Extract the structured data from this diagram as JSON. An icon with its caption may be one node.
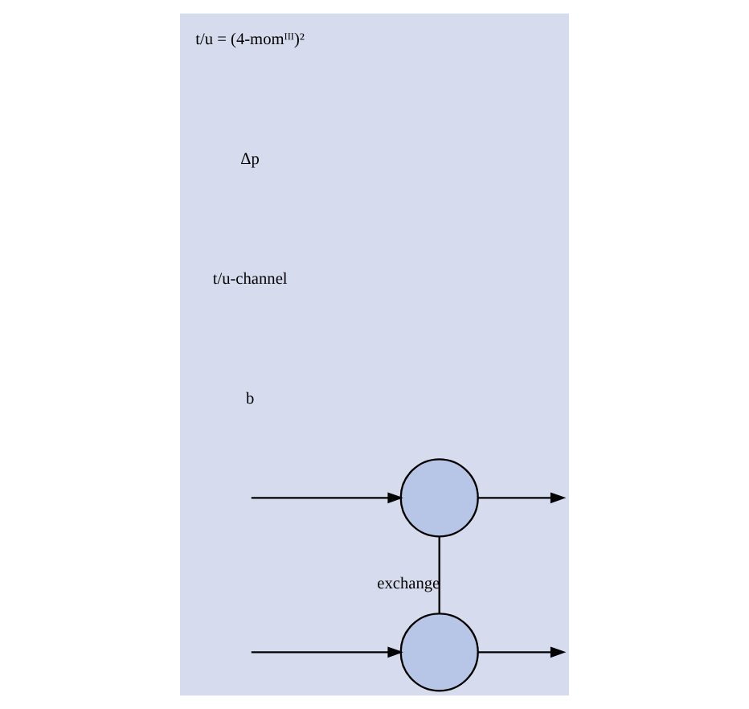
{
  "diagram": {
    "nodes": [
      {
        "text": [],
        "shape": "circle"
      },
      {
        "text": [],
        "shape": "circle"
      }
    ],
    "edges": [
      {
        "from": null,
        "to": 0,
        "arrow": "to"
      },
      {
        "from": 0,
        "to": null,
        "arrow": "to"
      },
      {
        "from": 0,
        "to": 1,
        "arrow": "none",
        "label": "exchange"
      },
      {
        "from": null,
        "to": 1,
        "arrow": "to"
      },
      {
        "from": 1,
        "to": null,
        "arrow": "to"
      }
    ],
    "labels": [
      "b",
      "t/u-channel",
      "Δp",
      "t/u = (4-momᴵᴵᴵ)²"
    ]
  }
}
